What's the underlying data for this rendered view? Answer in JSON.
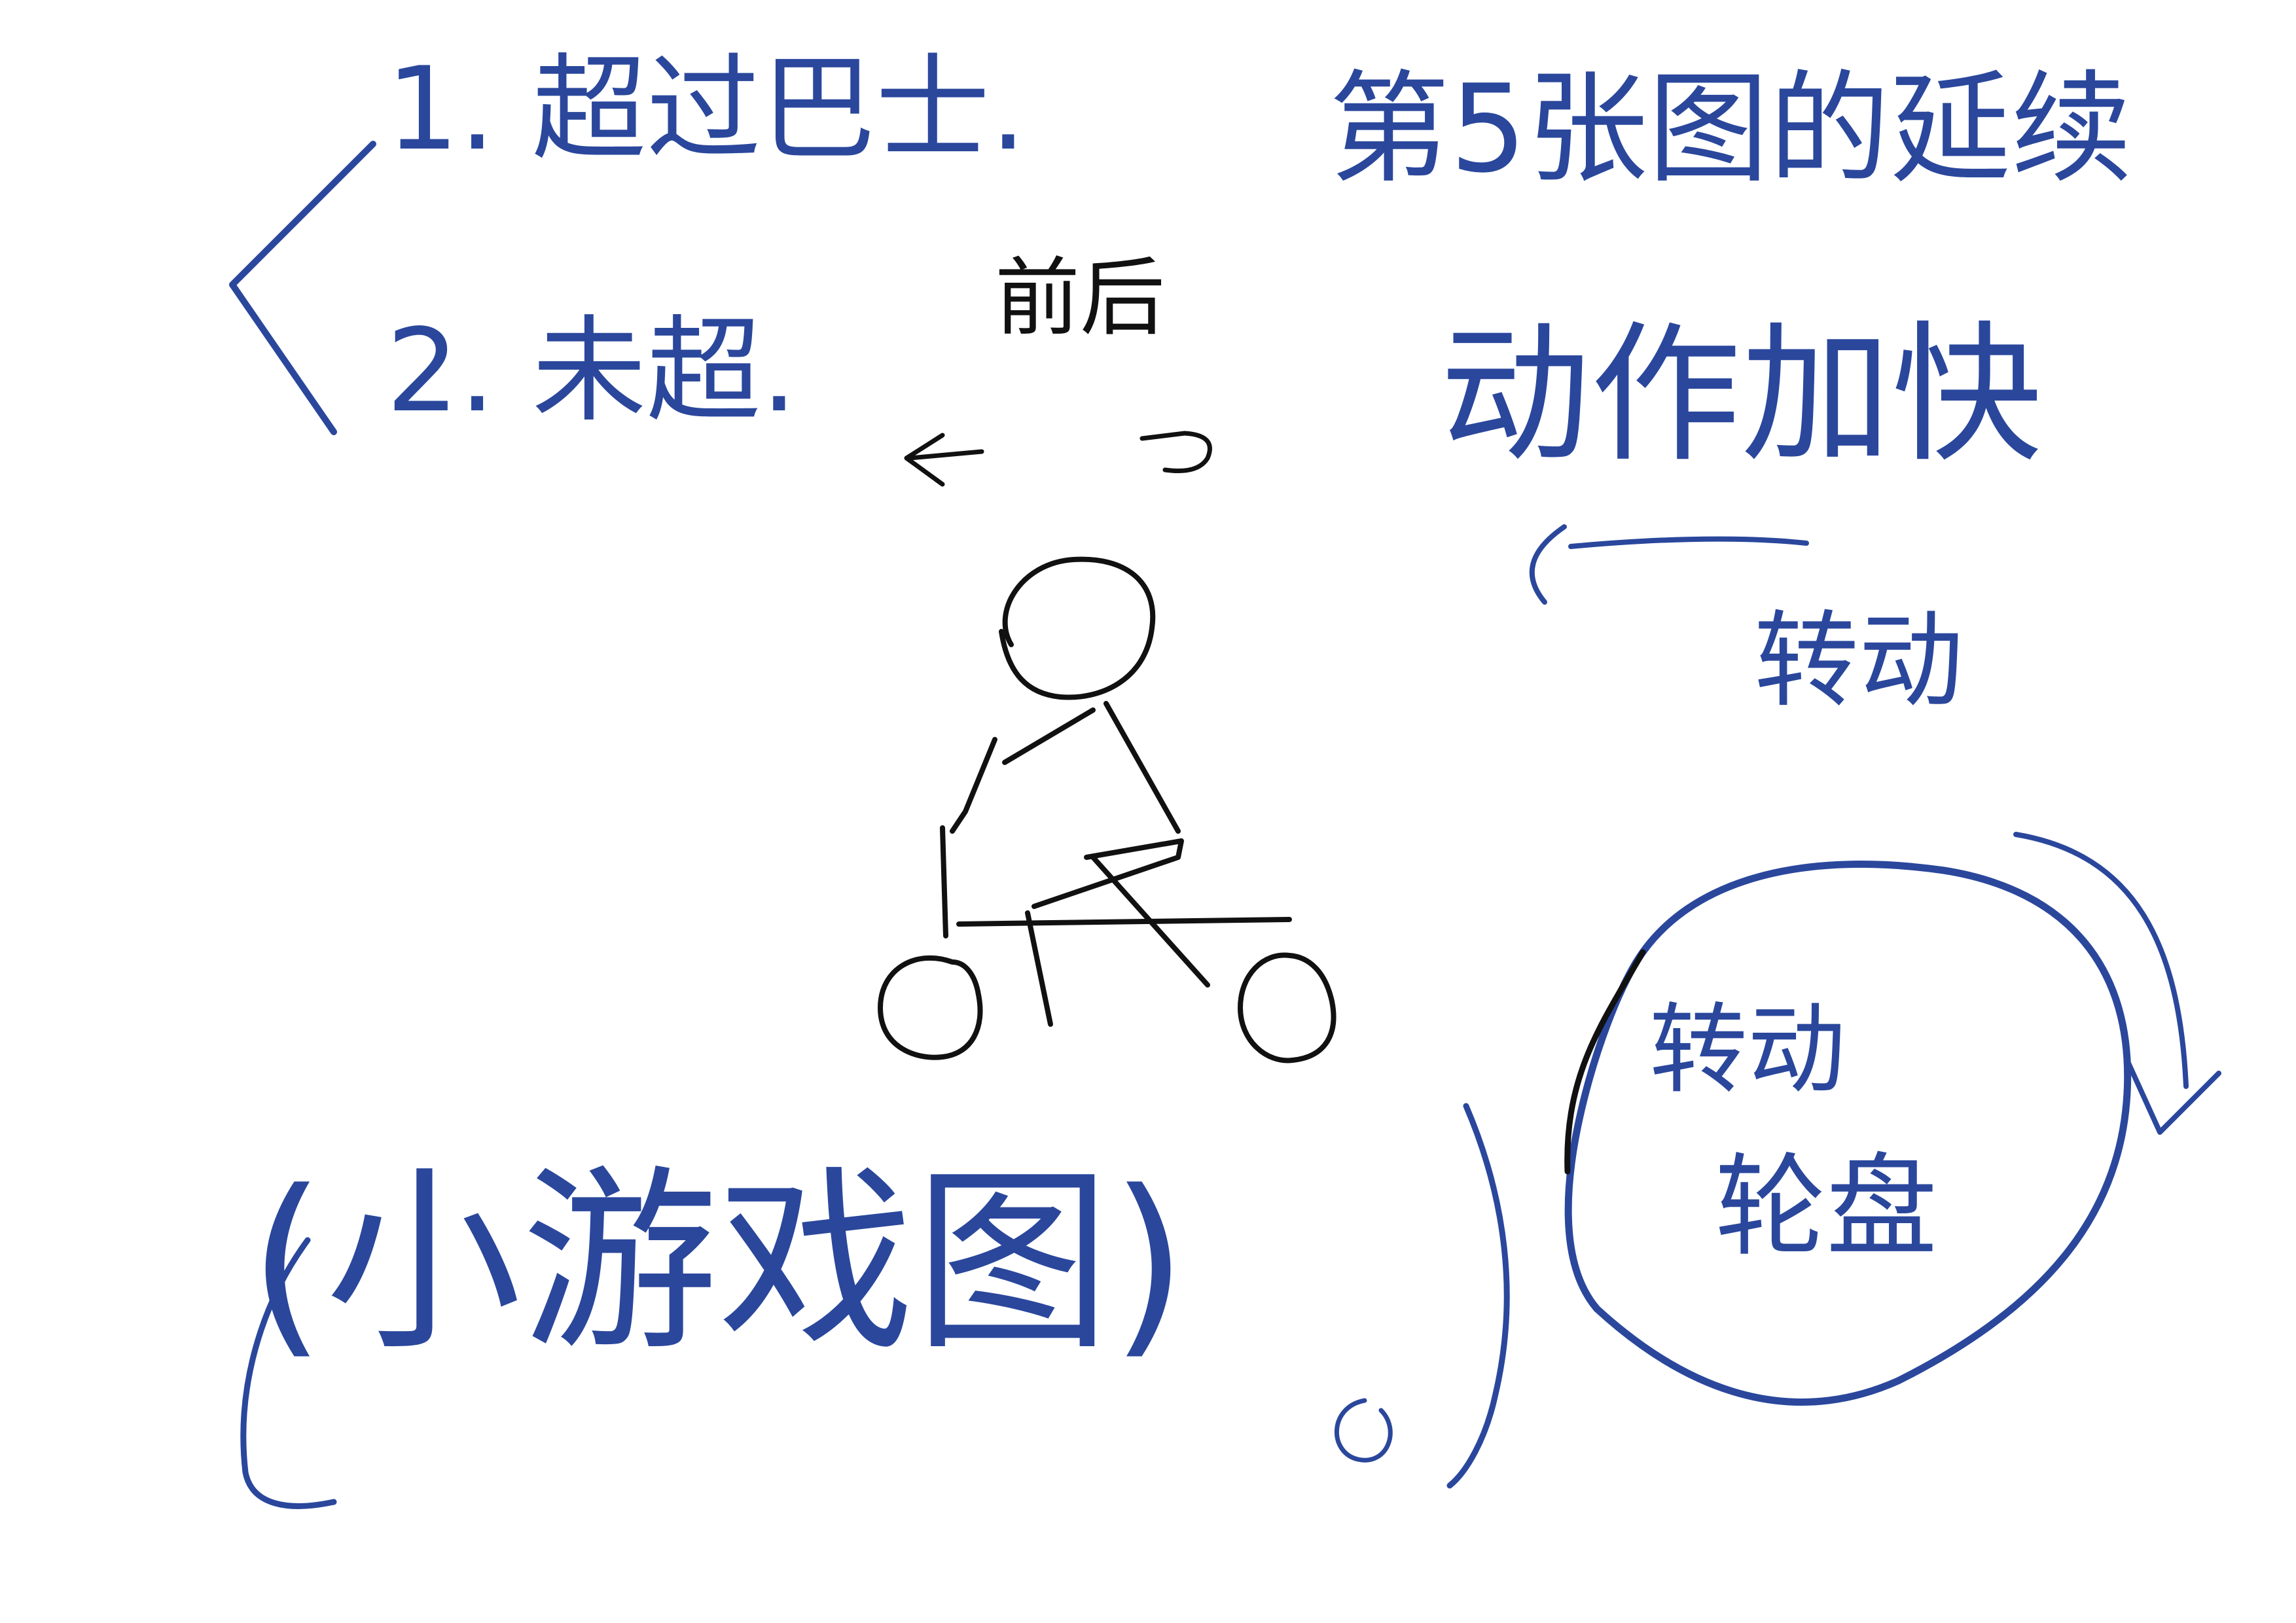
{
  "notes": {
    "option_1": "1. 超过巴士.",
    "option_2": "2. 未超.",
    "heading": "第5张图的延续",
    "direction_label": "前后",
    "action_faster": "动作加快",
    "rotate_upper": "转动",
    "rotate_wheel": "转动",
    "wheel_label": "轮盘",
    "mini_game_label": "(小游戏图)"
  },
  "colors": {
    "blue_ink": "#2a479c",
    "black_ink": "#111111",
    "paper": "#ffffff"
  }
}
